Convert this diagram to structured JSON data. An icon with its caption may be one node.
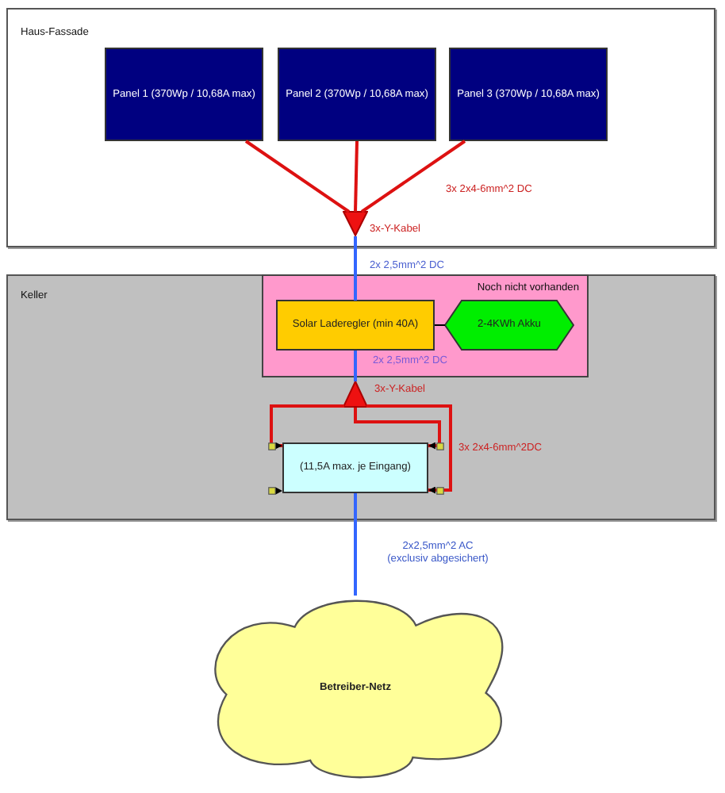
{
  "diagram": {
    "nodes": [
      {
        "text": [
          "Haus-Fassade"
        ]
      },
      {
        "text": [
          "Panel 1 (370Wp / 10,68A max)"
        ],
        "in": 0
      },
      {
        "text": [
          "Panel 2 (370Wp / 10,68A max)"
        ],
        "in": 0
      },
      {
        "text": [
          "Panel 3 (370Wp / 10,68A max)"
        ],
        "in": 0
      },
      {
        "text": [],
        "shape": "triangle",
        "beside": [
          "3x-Y-Kabel"
        ],
        "in": 0
      },
      {
        "text": [
          "Keller"
        ]
      },
      {
        "text": [
          "Noch nicht vorhanden"
        ],
        "in": 5
      },
      {
        "text": [
          "Solar Laderegler (min 40A)"
        ],
        "in": 6
      },
      {
        "text": [
          "2-4KWh Akku"
        ],
        "in": 6
      },
      {
        "text": [],
        "shape": "triangle",
        "beside": [
          "3x-Y-Kabel"
        ],
        "in": 5
      },
      {
        "text": [
          "(11,5A max. je Eingang)"
        ],
        "in": 5
      },
      {
        "text": [
          "Betreiber-Netz"
        ]
      }
    ],
    "edges": [
      {
        "from": 1,
        "to": 4,
        "arrow": "none"
      },
      {
        "from": 2,
        "to": 4,
        "arrow": "none"
      },
      {
        "from": 3,
        "to": 4,
        "arrow": "none"
      },
      {
        "from": 4,
        "to": 7,
        "arrow": "none",
        "label": "2x 2,5mm^2 DC",
        "color": "#3366ff"
      },
      {
        "from": 7,
        "to": 8,
        "arrow": "none",
        "color": "#000000"
      },
      {
        "from": 7,
        "to": 9,
        "arrow": "none",
        "label": "2x 2,5mm^2 DC",
        "color": "#3366ff"
      },
      {
        "from": 9,
        "to": 10,
        "arrow": "to"
      },
      {
        "from": 9,
        "to": 10,
        "arrow": "to"
      },
      {
        "from": 9,
        "to": 10,
        "arrow": "to"
      },
      {
        "from": 10,
        "to": 11,
        "arrow": "none",
        "label": "2x2,5mm^2 AC (exclusiv abgesichert)",
        "color": "#3366ff"
      }
    ],
    "labels": [
      "3x 2x4-6mm^2 DC",
      "3x 2x4-6mm^2DC"
    ]
  }
}
